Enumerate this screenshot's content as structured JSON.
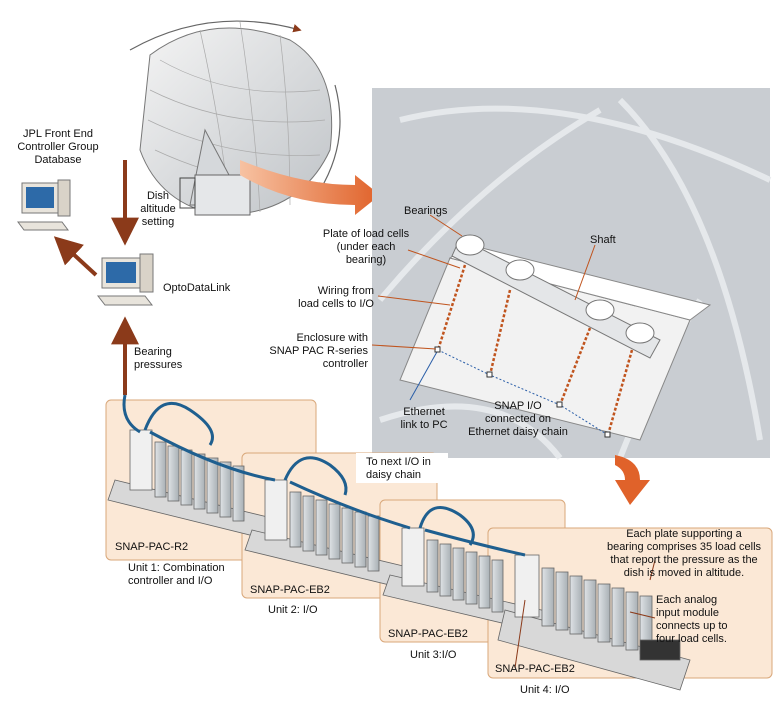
{
  "labels": {
    "jpl": "JPL Front End\nController Group\nDatabase",
    "dish_setting": "Dish\naltitude\nsetting",
    "opto": "OptoDataLink",
    "bearing_pressures": "Bearing\npressures",
    "bearings": "Bearings",
    "plate": "Plate of load cells\n(under each\nbearing)",
    "shaft": "Shaft",
    "wiring": "Wiring from\nload cells to I/O",
    "enclosure": "Enclosure with\nSNAP PAC R-series\ncontroller",
    "ethernet": "Ethernet\nlink to PC",
    "snap_io": "SNAP I/O\nconnected on\nEthernet daisy chain",
    "next_io": "To next I/O in\ndaisy chain",
    "each_plate": "Each plate supporting a\nbearing comprises 35 load cells\nthat report the pressure as the\ndish is moved in altitude.",
    "each_analog": "Each analog\ninput module\nconnects up to\nfour load cells."
  },
  "units": [
    {
      "model": "SNAP-PAC-R2",
      "caption": "Unit 1: Combination\ncontroller and I/O"
    },
    {
      "model": "SNAP-PAC-EB2",
      "caption": "Unit 2: I/O"
    },
    {
      "model": "SNAP-PAC-EB2",
      "caption": "Unit 3:I/O"
    },
    {
      "model": "SNAP-PAC-EB2",
      "caption": "Unit 4: I/O"
    }
  ],
  "colors": {
    "arrow": "#8b3a1a",
    "orange_arrow": "#e0622a",
    "panel_bg": "#fbe8d6",
    "panel_border": "#d9a77a",
    "cable": "#1f5f8f",
    "dish_bg": "#c9cdd2"
  }
}
